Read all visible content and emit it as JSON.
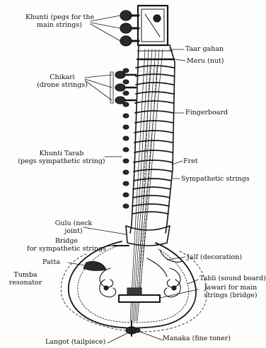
{
  "labels": {
    "khunti_main_1": "Khunti (pegs for the",
    "khunti_main_2": "main strings)",
    "taar_gahan": "Taar gahan",
    "meru": "Meru (nut)",
    "chikari_1": "Chikari",
    "chikari_2": "(drone strings)",
    "fingerboard": "Fingerboard",
    "khunti_tarab_1": "Khunti Tarab",
    "khunti_tarab_2": "(pegs sympathetic string)",
    "fret": "Fret",
    "sympathetic_strings": "Sympathetic strings",
    "gulu_1": "Gulu (neck",
    "gulu_2": "joint)",
    "bridge_symp_1": "Bridge",
    "bridge_symp_2": "for sympathetic strings",
    "patta": "Patta",
    "jalf": "Jalf (decoration)",
    "tumba_1": "Tumba",
    "tumba_2": "resonator",
    "tabli": "Tabli (sound board)",
    "jawari_1": "Jawari for main",
    "jawari_2": "strings (bridge)",
    "langot": "Langot (tailpiece)",
    "manaka": "Manaka (fine toner)"
  },
  "colors": {
    "ink": "#151515",
    "paper": "#fdfdfb"
  }
}
